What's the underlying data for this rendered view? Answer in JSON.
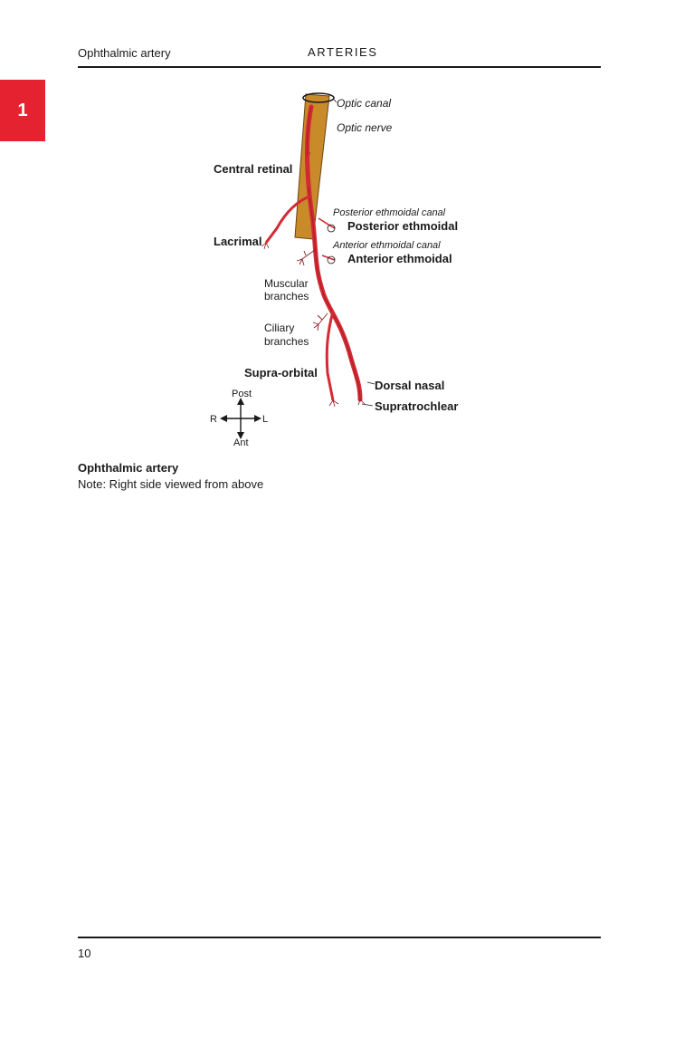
{
  "running_head": {
    "section": "Ophthalmic artery",
    "chapter": "ARTERIES"
  },
  "chapter_tab": {
    "number": "1",
    "color": "#e52330"
  },
  "figure": {
    "labels": {
      "optic_canal": "Optic canal",
      "optic_nerve": "Optic nerve",
      "central_retinal": "Central retinal",
      "posterior_ethmoidal_canal": "Posterior ethmoidal canal",
      "posterior_ethmoidal": "Posterior ethmoidal",
      "lacrimal": "Lacrimal",
      "anterior_ethmoidal_canal": "Anterior ethmoidal canal",
      "anterior_ethmoidal": "Anterior ethmoidal",
      "muscular_branches_1": "Muscular",
      "muscular_branches_2": "branches",
      "ciliary_branches_1": "Ciliary",
      "ciliary_branches_2": "branches",
      "supra_orbital": "Supra-orbital",
      "dorsal_nasal": "Dorsal nasal",
      "supratrochlear": "Supratrochlear"
    },
    "compass": {
      "post": "Post",
      "ant": "Ant",
      "r": "R",
      "l": "L"
    },
    "colors": {
      "artery": "#d42a34",
      "artery_dark": "#8e1a20",
      "nerve": "#c98a2a",
      "nerve_dark": "#6b4512"
    }
  },
  "caption": {
    "title": "Ophthalmic artery",
    "note": "Note: Right side viewed from above"
  },
  "folio": "10"
}
